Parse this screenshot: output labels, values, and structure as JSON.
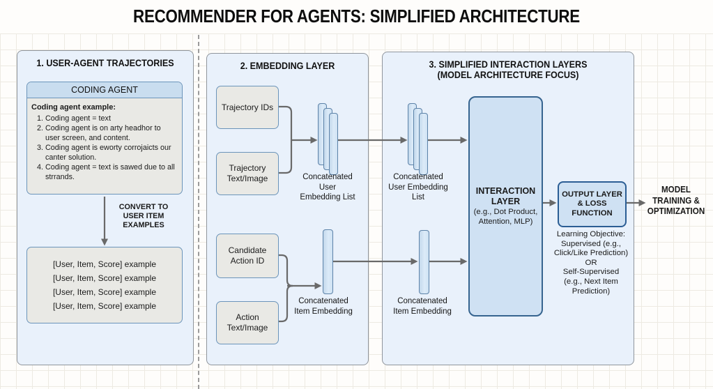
{
  "title": "RECOMMENDER FOR AGENTS: SIMPLIFIED ARCHITECTURE",
  "panel1": {
    "header": "1. USER-AGENT TRAJECTORIES",
    "coding_agent": {
      "title": "CODING AGENT",
      "example_heading": "Coding agent example:",
      "items": [
        "Coding agent = text",
        "Coding agent is on arty headhor to user screen, and content.",
        "Coding agent is eworty corrojaicts our canter solution.",
        "Coding agent = text is sawed due to all strrands."
      ]
    },
    "convert_label": "CONVERT TO\nUSER ITEM\nEXAMPLES",
    "examples": [
      "[User, Item, Score] example",
      "[User, Item, Score] example",
      "[User, Item, Score] example",
      "[User, Item, Score] example"
    ]
  },
  "panel2": {
    "header": "2. EMBEDDING LAYER",
    "trajectory_ids": "Trajectory IDs",
    "trajectory_text_image": "Trajectory\nText/Image",
    "candidate_action_id": "Candidate\nAction ID",
    "action_text_image": "Action\nText/Image",
    "user_embedding_label": "Concatenated\nUser\nEmbedding List",
    "item_embedding_label": "Concatenated\nItem Embedding"
  },
  "panel3": {
    "header": "3. SIMPLIFIED INTERACTION LAYERS\n(MODEL ARCHITECTURE FOCUS)",
    "user_embedding_label": "Concatenated\nUser Embedding\nList",
    "item_embedding_label": "Concatenated\nItem Embedding",
    "interaction_layer": {
      "title": "INTERACTION\nLAYER",
      "subtitle": "(e.g., Dot Product,\nAttention, MLP)"
    },
    "output_label": "OUTPUT LAYER\n& LOSS\nFUNCTION",
    "learning_objective": "Learning Objective:\nSupervised (e.g.,\nClick/Like Prediction)\nOR\nSelf-Supervised\n(e.g., Next Item\nPrediction)"
  },
  "outside": {
    "model_training_label": "MODEL\nTRAINING &\nOPTIMIZATION"
  },
  "colors": {
    "grid-line": "#edeae2",
    "divider": "#9b9b9b",
    "panel-bg": "#e9f1fb",
    "panel-border": "#8f959c",
    "box-bg": "#e9e9e5",
    "box-border": "#6b94ba",
    "blue-header": "#c9ddef",
    "bar-border": "#5c82a8",
    "blue-box-bg": "#cfe1f3",
    "blue-box-border": "#36648f",
    "output-border": "#2b5d94",
    "arrow": "#696969"
  }
}
